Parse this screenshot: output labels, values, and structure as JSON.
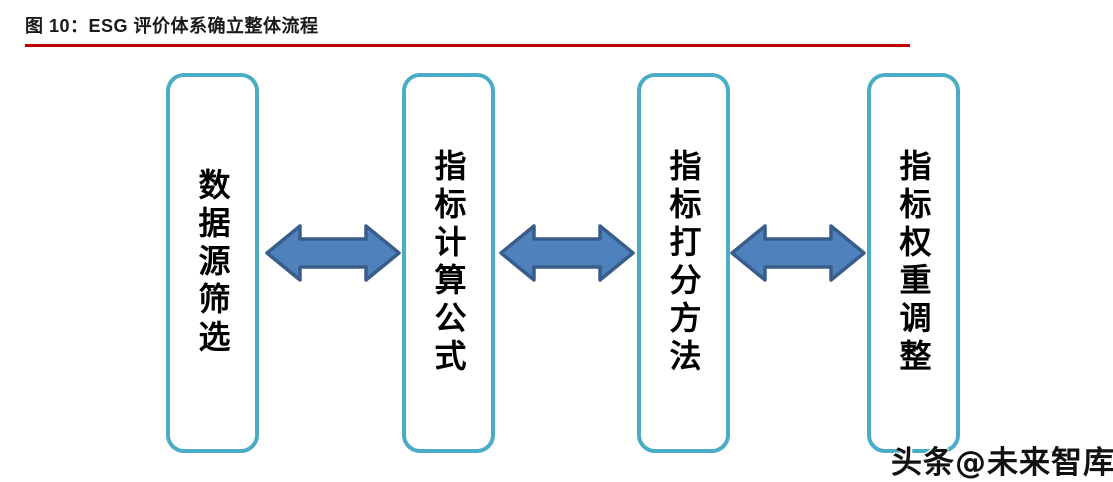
{
  "figure": {
    "title": "图 10：ESG 评价体系确立整体流程",
    "underline_color": "#C00000"
  },
  "flow": {
    "steps": [
      {
        "label": "数据源筛选"
      },
      {
        "label": "指标计算公式"
      },
      {
        "label": "指标打分方法"
      },
      {
        "label": "指标权重调整"
      }
    ],
    "connector": "double-headed-arrow",
    "box_border_color": "#4BACC6",
    "arrow_fill_color": "#4F81BD",
    "arrow_stroke_color": "#385D8A"
  },
  "watermark": {
    "text": "头条@未来智库"
  }
}
